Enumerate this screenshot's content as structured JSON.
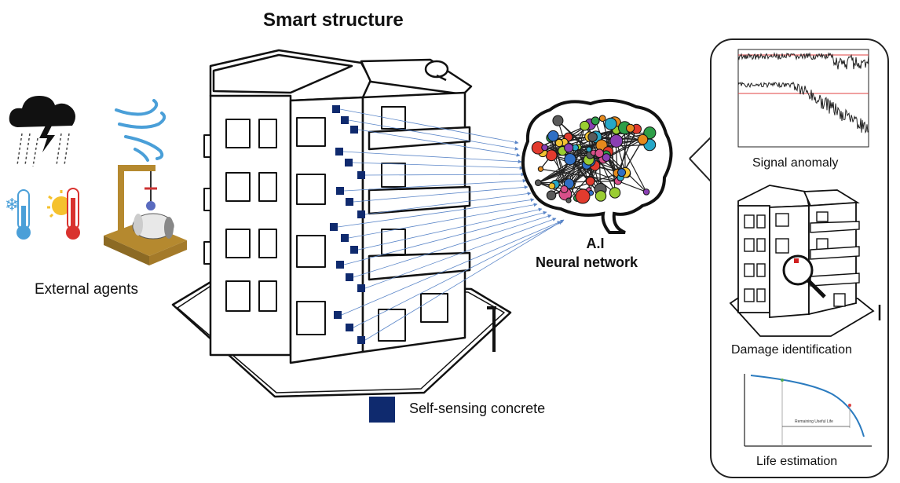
{
  "title": "Smart structure",
  "left_panel": {
    "label": "External agents"
  },
  "ai": {
    "line1": "A.I",
    "line2": "Neural network"
  },
  "legend": {
    "label": "Self-sensing concrete",
    "color": "#0f2a6e"
  },
  "right_panel": {
    "signal_label": "Signal anomaly",
    "damage_label": "Damage identification",
    "life_label": "Life estimation",
    "rul_label": "Remaining Useful Life"
  }
}
